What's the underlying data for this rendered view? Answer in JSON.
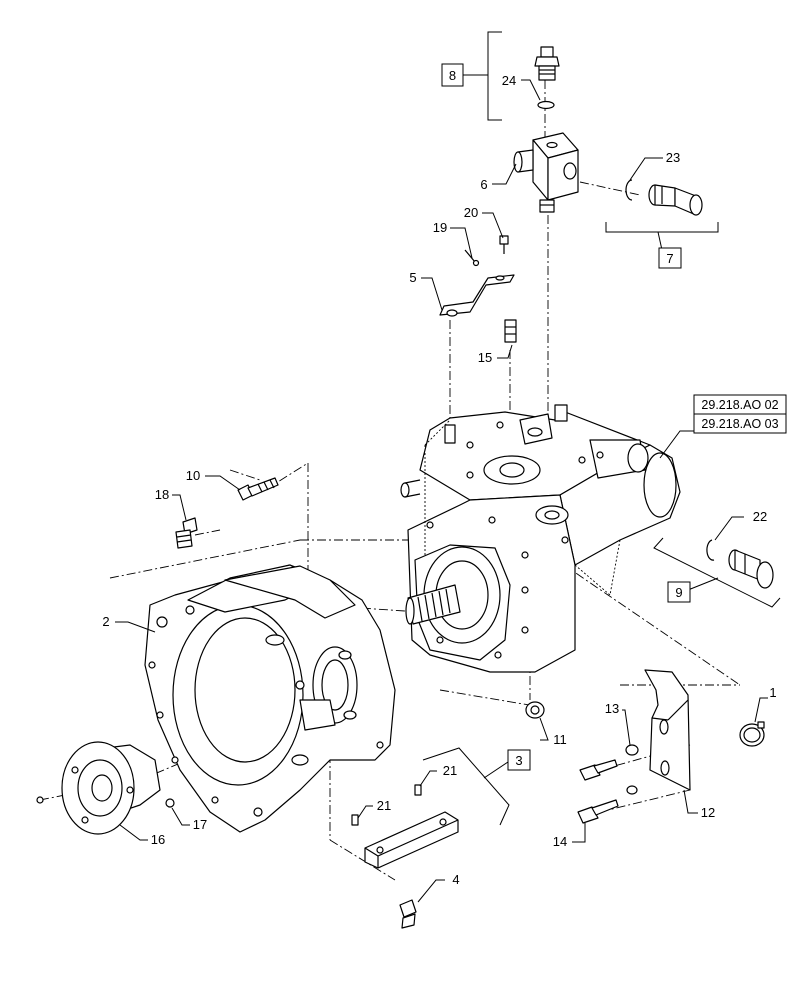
{
  "callouts": {
    "c1": "1",
    "c2": "2",
    "c3": "3",
    "c4": "4",
    "c5": "5",
    "c6": "6",
    "c7": "7",
    "c8": "8",
    "c9": "9",
    "c10": "10",
    "c11": "11",
    "c12": "12",
    "c13": "13",
    "c14": "14",
    "c15": "15",
    "c16": "16",
    "c17": "17",
    "c18": "18",
    "c19": "19",
    "c20": "20",
    "c21a": "21",
    "c21b": "21",
    "c22": "22",
    "c23": "23",
    "c24": "24"
  },
  "references": {
    "ref1": "29.218.AO 02",
    "ref2": "29.218.AO 03"
  }
}
